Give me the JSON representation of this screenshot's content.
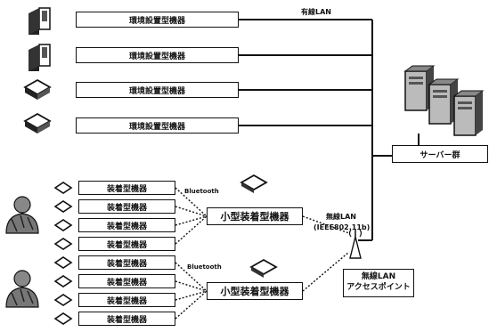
{
  "diagram": {
    "env_device_label": "環境設置型機器",
    "wearable_label": "装着型機器",
    "small_wearable_label": "小型装着型機器",
    "server_label": "サーバー群",
    "wired_lan_label": "有線LAN",
    "wireless_lan_label": "無線LAN",
    "wireless_std_label": "(IEEE802.11b)",
    "bluetooth_label_1": "Bluetooth",
    "bluetooth_label_2": "Bluetooth",
    "ap_label_line1": "無線LAN",
    "ap_label_line2": "アクセスポイント"
  }
}
